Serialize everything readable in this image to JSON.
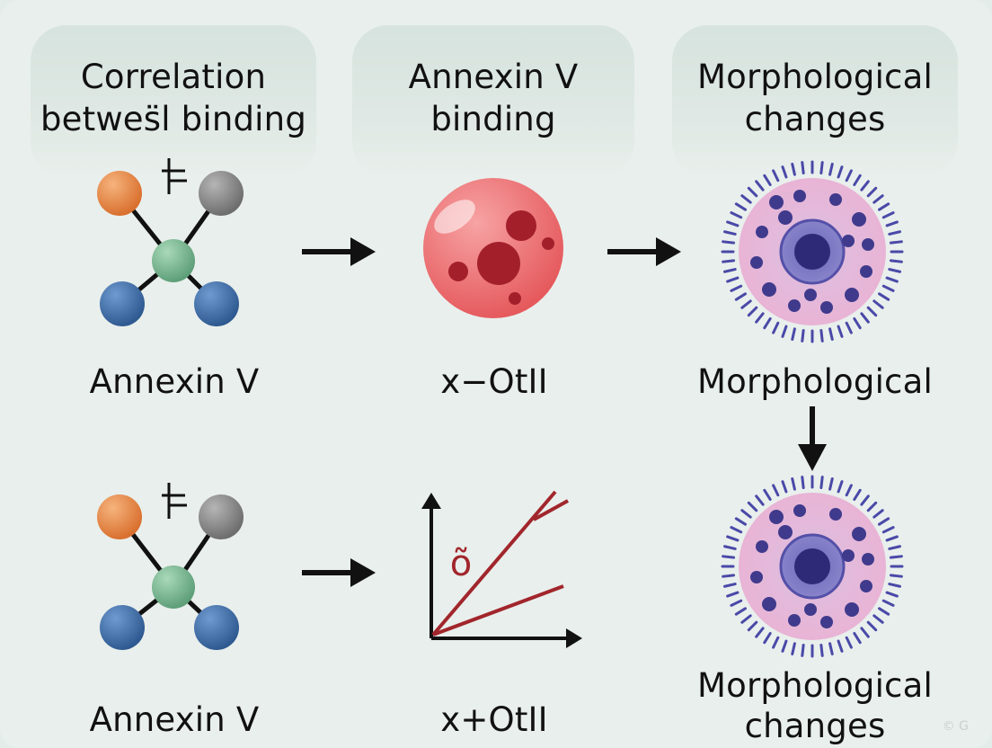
{
  "headers": {
    "col1": [
      "Correlation",
      "betwes̈l binding"
    ],
    "col2": [
      "Annexin V",
      "binding"
    ],
    "col3": [
      "Morphological",
      "changes"
    ]
  },
  "labels": {
    "row1_col1": "Annexin V",
    "row1_col2": "x−OtII",
    "row1_col3": "Morphological",
    "row2_col1": "Annexin V",
    "row2_col2": "x+OtII",
    "row2_col3": [
      "Morphological",
      "changes"
    ]
  },
  "plot_annotation": "õ",
  "watermark": "© G",
  "colors": {
    "atom_orange": "#e88a4a",
    "atom_gray": "#8a8a8a",
    "atom_green": "#7dbb95",
    "atom_blue": "#3f6fa8",
    "bead_red": "#ef7b7d",
    "bead_dark": "#a3202a",
    "cell_pink": "#e6b3d6",
    "cell_purple": "#3f3a8c",
    "plot_line": "#a1262c"
  }
}
